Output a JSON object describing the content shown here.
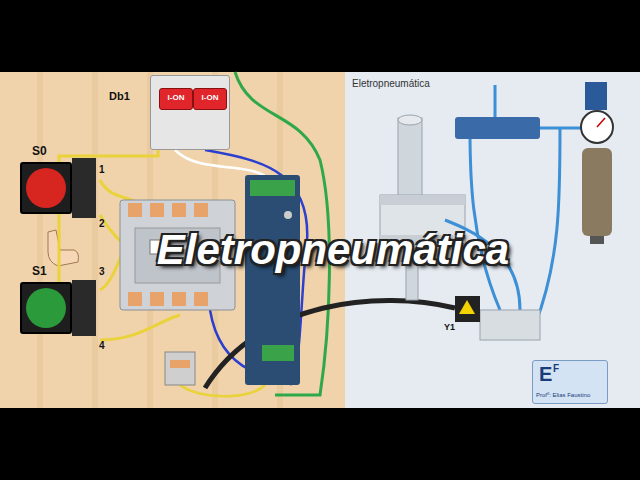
{
  "diagram": {
    "title": "Eletropneumática",
    "nodes": [
      {
        "text": [
          "Db1"
        ]
      },
      {
        "text": [
          "I-ON"
        ],
        "in": 0
      },
      {
        "text": [
          "I-ON"
        ],
        "in": 0
      },
      {
        "text": [
          "S0"
        ]
      },
      {
        "text": [
          "S1"
        ]
      },
      {
        "text": [
          "E",
          "F",
          "Profº: Elias Faustino"
        ]
      }
    ],
    "edges": [
      {
        "from": 0,
        "to": 3,
        "arrow": "none"
      },
      {
        "from": 3,
        "to": 4,
        "arrow": "none"
      }
    ],
    "labels": [
      "Eletropneumática",
      "1",
      "2",
      "3",
      "4",
      "Y1"
    ]
  }
}
